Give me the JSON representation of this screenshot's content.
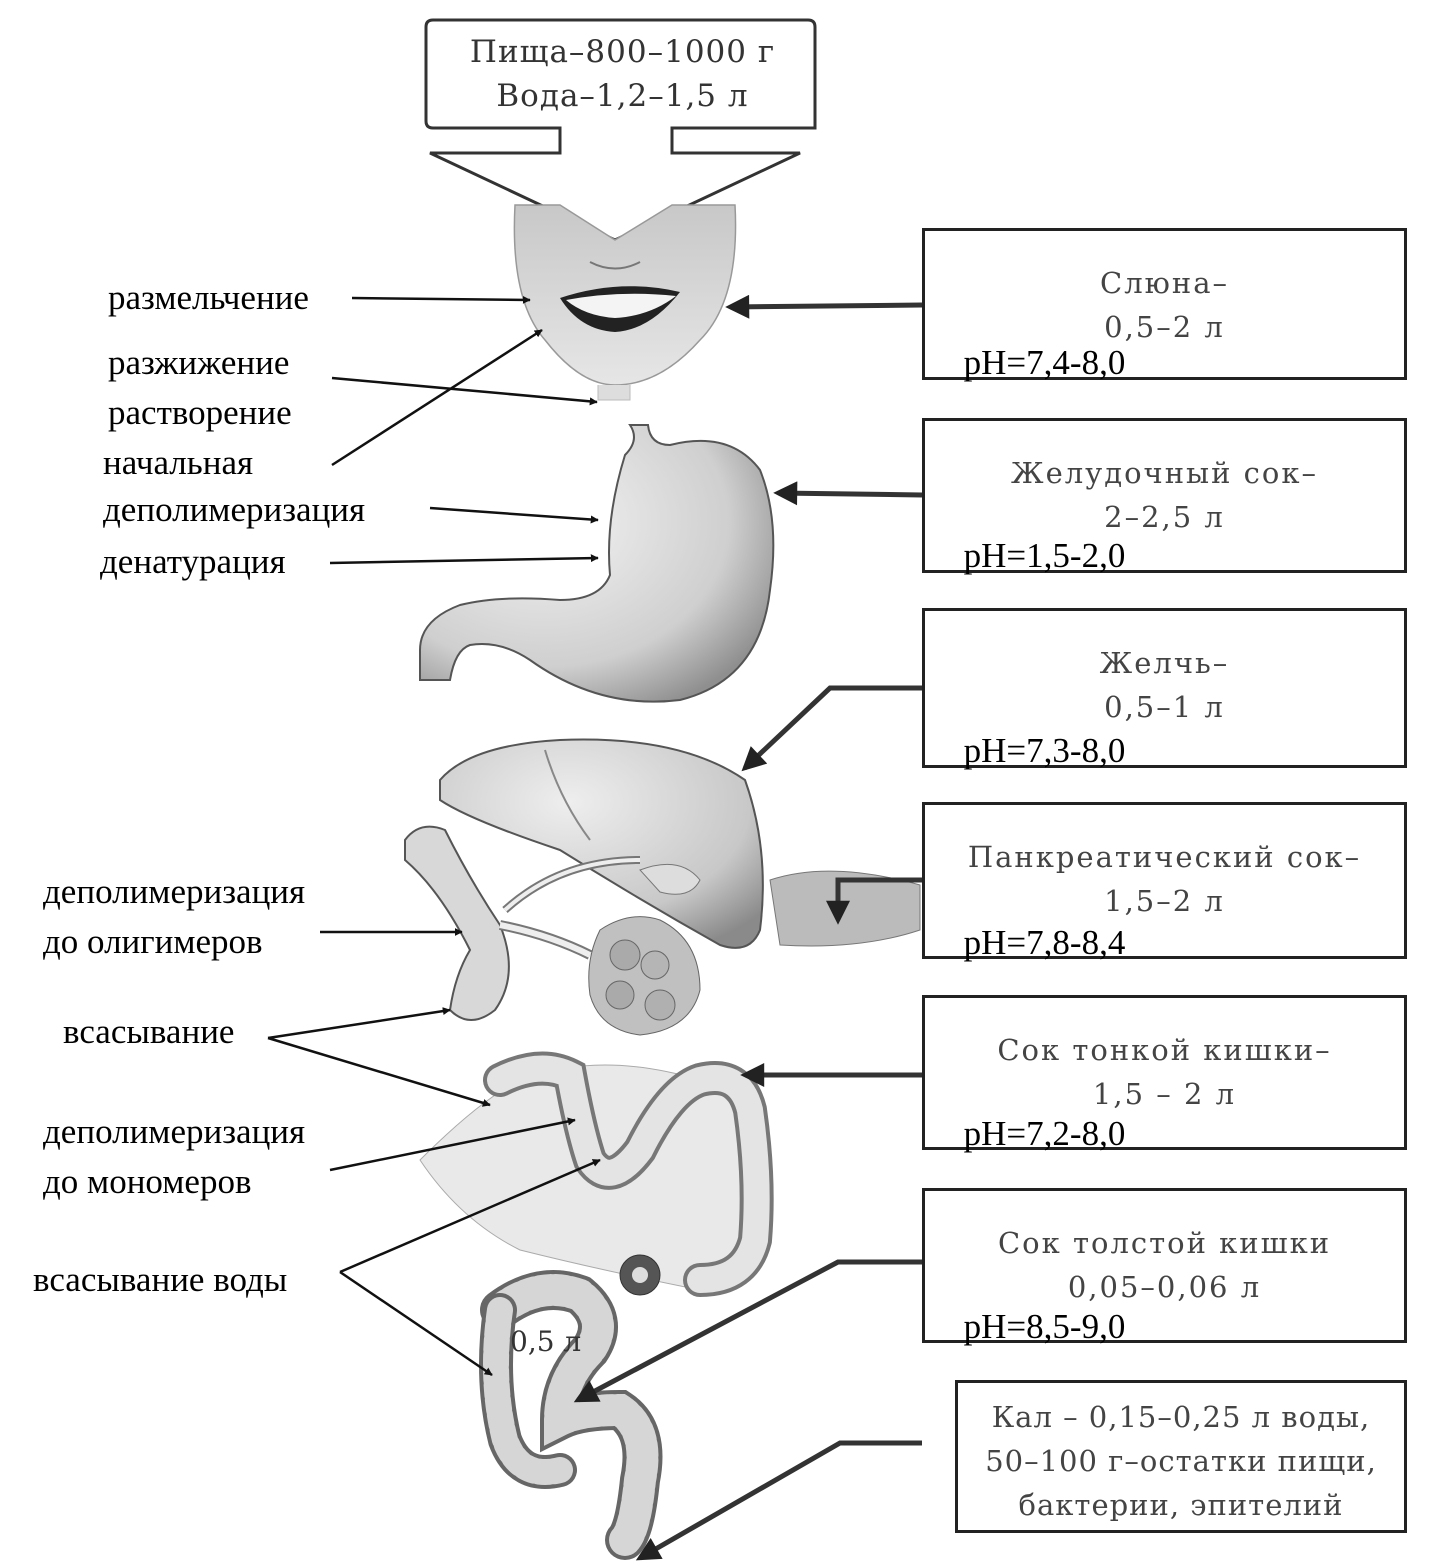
{
  "intake": {
    "line1": "Пища–800–1000 г",
    "line2": "Вода–1,2–1,5 л"
  },
  "secretions": [
    {
      "name": "Слюна–",
      "volume": "0,5–2 л",
      "ph": "pH=7,4-8,0"
    },
    {
      "name": "Желудочный сок–",
      "volume": "2–2,5 л",
      "ph": "pH=1,5-2,0"
    },
    {
      "name": "Желчь–",
      "volume": "0,5–1 л",
      "ph": "pH=7,3-8,0"
    },
    {
      "name": "Панкреатический сок–",
      "volume": "1,5–2 л",
      "ph": "pH=7,8-8,4"
    },
    {
      "name": "Сок тонкой кишки–",
      "volume": "1,5 – 2 л",
      "ph": "pH=7,2-8,0"
    },
    {
      "name": "Сок толстой кишки",
      "volume": "0,05–0,06 л",
      "ph": "pH=8,5-9,0"
    }
  ],
  "feces": {
    "line1": "Кал – 0,15–0,25 л воды,",
    "line2": "50–100 г–остатки пищи,",
    "line3": "бактерии, эпителий"
  },
  "processes": {
    "grinding": "размельчение",
    "liquefaction": "разжижение",
    "dissolution": "растворение",
    "initial": "начальная",
    "depolymerization": "деполимеризация",
    "denaturation": "денатурация",
    "depoly_oligo_1": "деполимеризация",
    "depoly_oligo_2": "до олигимеров",
    "absorption": "всасывание",
    "depoly_mono_1": "деполимеризация",
    "depoly_mono_2": "до мономеров",
    "water_absorption": "всасывание воды"
  },
  "colon_volume": "0,5 л"
}
